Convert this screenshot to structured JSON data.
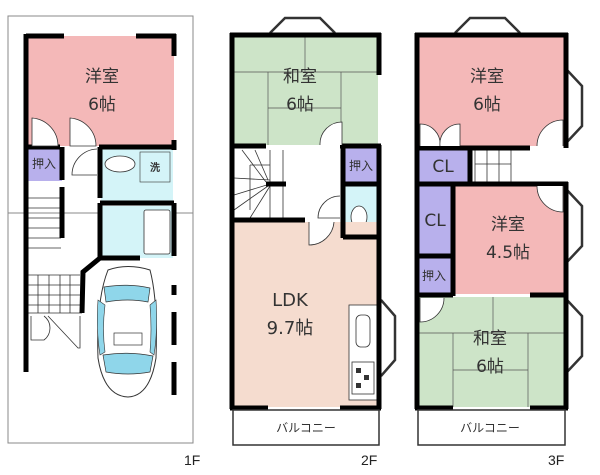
{
  "colors": {
    "western_room": "#f4b8b8",
    "japanese_room": "#cde4c8",
    "ldk": "#f5dccf",
    "closet": "#b8b0ec",
    "wet_area": "#d4f4f8",
    "car_glass": "#8fd6ea",
    "wall": "#000000"
  },
  "floors": {
    "f1": {
      "label": "1F",
      "rooms": {
        "western": {
          "name": "洋室",
          "size": "6帖"
        },
        "storage": {
          "name": "押入"
        },
        "laundry": {
          "name": "洗"
        }
      }
    },
    "f2": {
      "label": "2F",
      "rooms": {
        "japanese": {
          "name": "和室",
          "size": "6帖"
        },
        "storage": {
          "name": "押入"
        },
        "ldk": {
          "name": "LDK",
          "size": "9.7帖"
        },
        "balcony": {
          "name": "バルコニー"
        }
      }
    },
    "f3": {
      "label": "3F",
      "rooms": {
        "western_a": {
          "name": "洋室",
          "size": "6帖"
        },
        "closet_a": {
          "name": "CL"
        },
        "closet_b": {
          "name": "CL"
        },
        "western_b": {
          "name": "洋室",
          "size": "4.5帖"
        },
        "storage": {
          "name": "押入"
        },
        "japanese": {
          "name": "和室",
          "size": "6帖"
        },
        "balcony": {
          "name": "バルコニー"
        }
      }
    }
  }
}
